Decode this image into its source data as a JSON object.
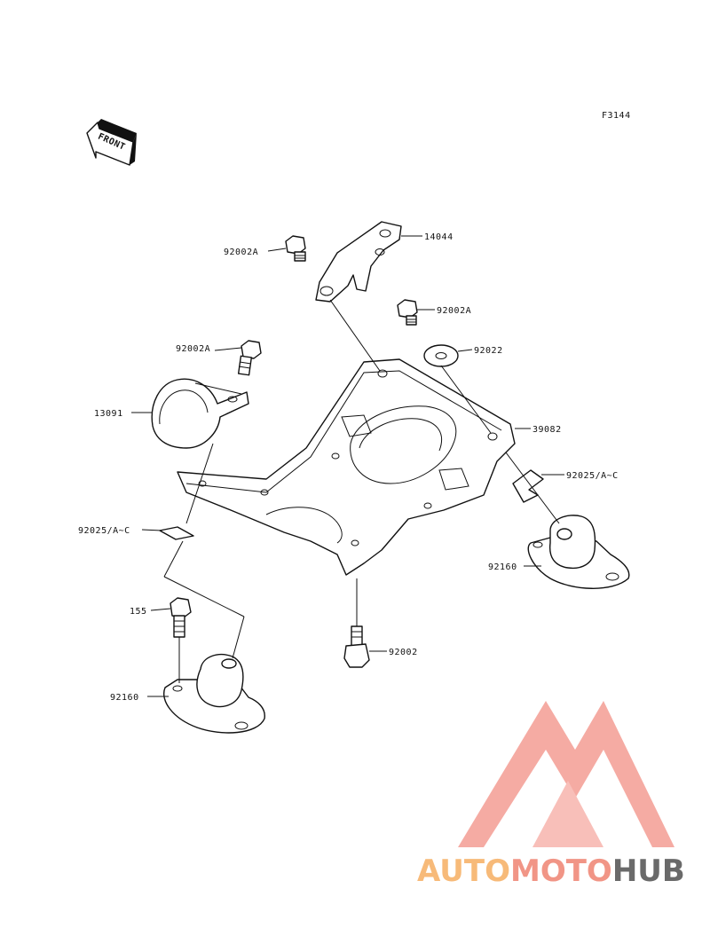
{
  "figure_code": "F3144",
  "front_label": "FRONT",
  "callouts": {
    "c14044": "14044",
    "c92002A_top": "92002A",
    "c92002A_right": "92002A",
    "c92002A_left": "92002A",
    "c92022": "92022",
    "c39082": "39082",
    "c13091": "13091",
    "c92025_right": "92025/A~C",
    "c92025_left": "92025/A~C",
    "c92160_right": "92160",
    "c155": "155",
    "c92002": "92002",
    "c92160_left": "92160"
  },
  "watermark": {
    "part1": "AUTO",
    "part2": "MOTO",
    "part3": "HUB",
    "colors": {
      "orange": "#f7b36b",
      "salmon": "#f08a7a",
      "gray": "#5a5a5a",
      "triangle": "#f4a29a"
    }
  }
}
